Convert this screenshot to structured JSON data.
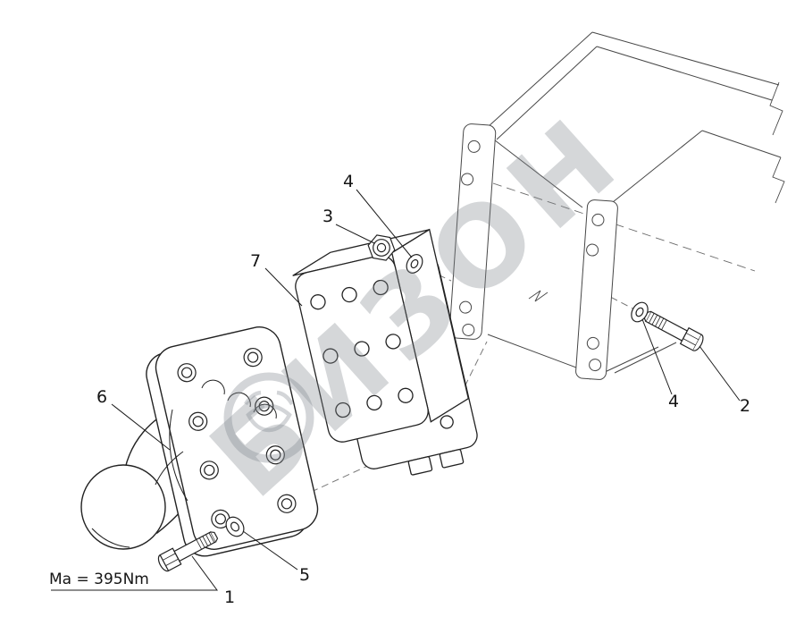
{
  "watermark": {
    "text": "БИЗОН"
  },
  "torque_label": "Ma = 395Nm",
  "callouts": {
    "c1": "1",
    "c2": "2",
    "c3": "3",
    "c4_top": "4",
    "c4_right": "4",
    "c5": "5",
    "c6": "6",
    "c7": "7"
  }
}
